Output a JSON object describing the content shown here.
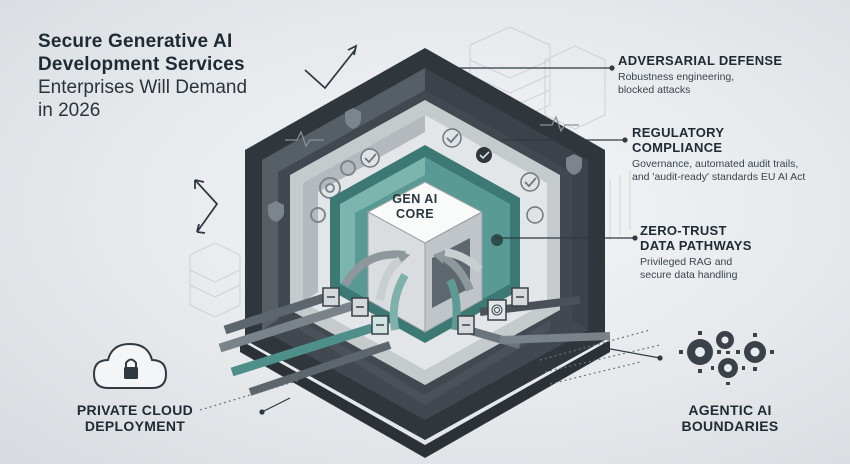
{
  "title": {
    "line1": "Secure Generative AI",
    "line2": "Development Services",
    "line3": "Enterprises Will Demand",
    "line4": "in 2026"
  },
  "core": {
    "line1": "GEN AI",
    "line2": "CORE"
  },
  "labels": {
    "adversarial": {
      "heading": "ADVERSARIAL DEFENSE",
      "desc1": "Robustness engineering,",
      "desc2": "blocked attacks"
    },
    "regulatory": {
      "heading1": "REGULATORY",
      "heading2": "COMPLIANCE",
      "desc1": "Governance, automated audit trails,",
      "desc2": "and 'audit-ready' standards EU AI Act"
    },
    "zerotrust": {
      "heading1": "ZERO-TRUST",
      "heading2": "DATA PATHWAYS",
      "desc1": "Privileged RAG and",
      "desc2": "secure data handling"
    },
    "privatecloud": {
      "line1": "PRIVATE CLOUD",
      "line2": "DEPLOYMENT"
    },
    "agentic": {
      "line1": "AGENTIC AI",
      "line2": "BOUNDARIES"
    }
  },
  "colors": {
    "outer_frame": "#3a4148",
    "middle_frame": "#cdd1d4",
    "teal_frame": "#4f8f8a",
    "text": "#1f2a33",
    "background": "#e9ecef"
  },
  "icons": [
    "cloud-lock-icon",
    "gear-cluster-icon",
    "shield-check-icon",
    "padlock-icon",
    "checkmark-badge-icon",
    "fingerprint-icon",
    "server-rack-icon"
  ]
}
